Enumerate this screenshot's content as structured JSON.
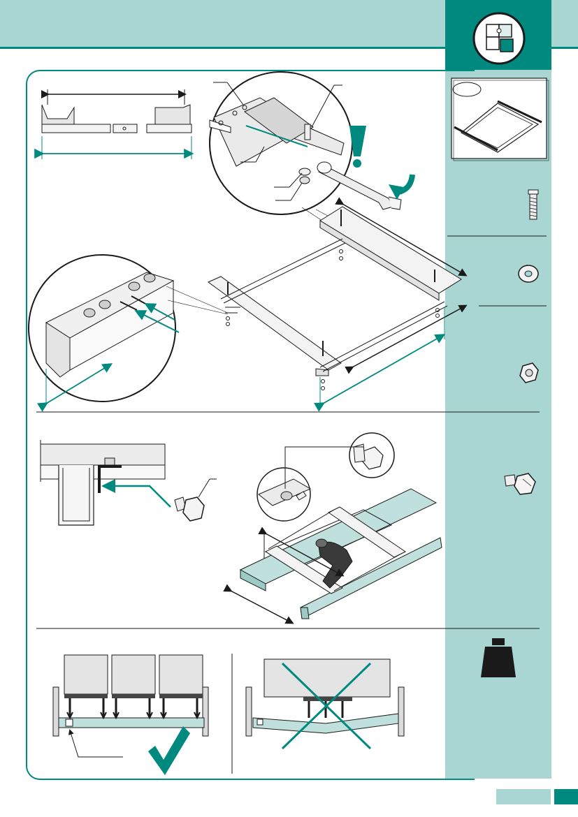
{
  "page": {
    "header_color": "#a9d6d2",
    "accent_color": "#00897e",
    "line_color": "#1a1a1a",
    "page_number": ""
  },
  "header": {
    "icon": "puzzle-icon",
    "title": ""
  },
  "sidebar": {
    "items": [
      {
        "icon": "frame-kit-icon",
        "label": ""
      },
      {
        "icon": "bolt-icon",
        "label": ""
      },
      {
        "icon": "washer-icon",
        "label": ""
      },
      {
        "icon": "nut-icon",
        "label": ""
      },
      {
        "icon": "self-tapping-screw-icon",
        "label": ""
      },
      {
        "icon": "weight-icon",
        "label": ""
      }
    ]
  },
  "steps": [
    {
      "name": "assemble-frame",
      "icons": [
        "wrench-icon",
        "exclamation-icon",
        "rotate-arrow-icon"
      ]
    },
    {
      "name": "fix-to-beams",
      "icons": [
        "drill-icon",
        "screw-icon"
      ]
    },
    {
      "name": "load-distribution",
      "icons": [
        "check-icon",
        "cross-icon"
      ]
    }
  ]
}
